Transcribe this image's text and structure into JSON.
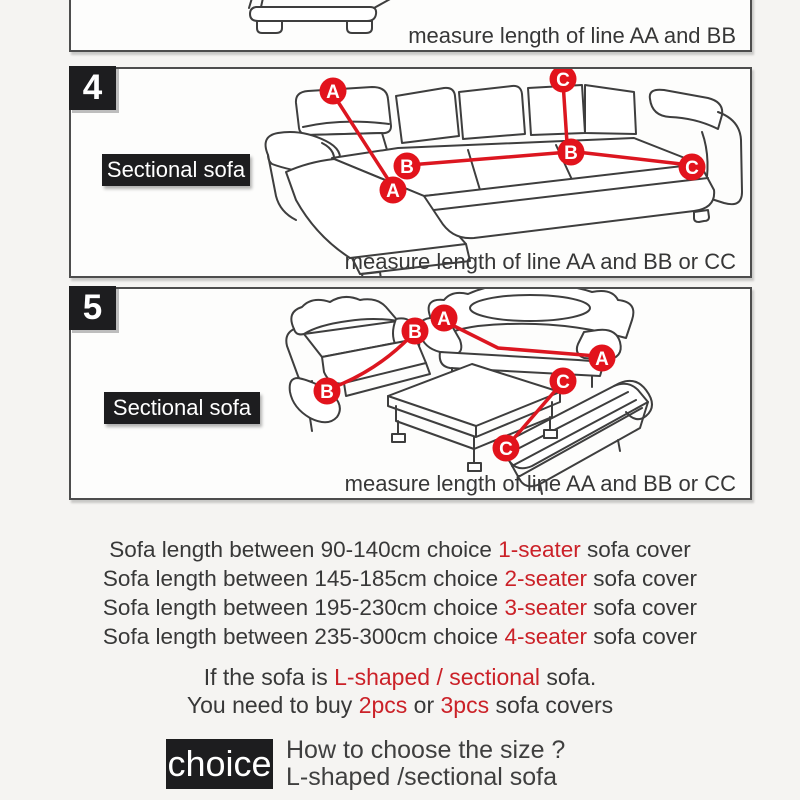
{
  "colors": {
    "red_line": "#dc1620",
    "marker_red": "#e2131c",
    "red_text": "#cb2128",
    "ink": "#383838",
    "black_box": "#1d1d1f",
    "panel_border": "#4d4d4d"
  },
  "intro_panel": {
    "caption": "measure length of line AA and BB"
  },
  "step4": {
    "number": "4",
    "type_label": "Sectional sofa",
    "caption": "measure length of line AA and BB or CC",
    "markers": [
      {
        "label": "A"
      },
      {
        "label": "A"
      },
      {
        "label": "B"
      },
      {
        "label": "B"
      },
      {
        "label": "C"
      },
      {
        "label": "C"
      }
    ]
  },
  "step5": {
    "number": "5",
    "type_label": "Sectional sofa",
    "caption": "measure length of line AA and BB or CC",
    "markers": [
      {
        "label": "A"
      },
      {
        "label": "A"
      },
      {
        "label": "B"
      },
      {
        "label": "B"
      },
      {
        "label": "C"
      },
      {
        "label": "C"
      }
    ]
  },
  "size_guide": {
    "rows": [
      {
        "p1": "Sofa length between 90-140cm choice ",
        "h1": "1-seater",
        "p2": " sofa cover"
      },
      {
        "p1": "Sofa length between 145-185cm choice ",
        "h1": "2-seater",
        "p2": " sofa cover"
      },
      {
        "p1": "Sofa length between 195-230cm choice ",
        "h1": "3-seater",
        "p2": " sofa cover"
      },
      {
        "p1": "Sofa length between 235-300cm choice ",
        "h1": "4-seater",
        "p2": " sofa cover"
      }
    ],
    "note1": {
      "p1": "If the sofa is ",
      "h1": "L-shaped / sectional",
      "p2": " sofa."
    },
    "note2": {
      "p1": "You need to buy ",
      "h1": "2pcs",
      "p2": " or ",
      "h2": "3pcs",
      "p3": " sofa covers"
    }
  },
  "footer": {
    "badge": "choice",
    "line1": "How to choose the size ?",
    "line2": "L-shaped /sectional sofa"
  }
}
